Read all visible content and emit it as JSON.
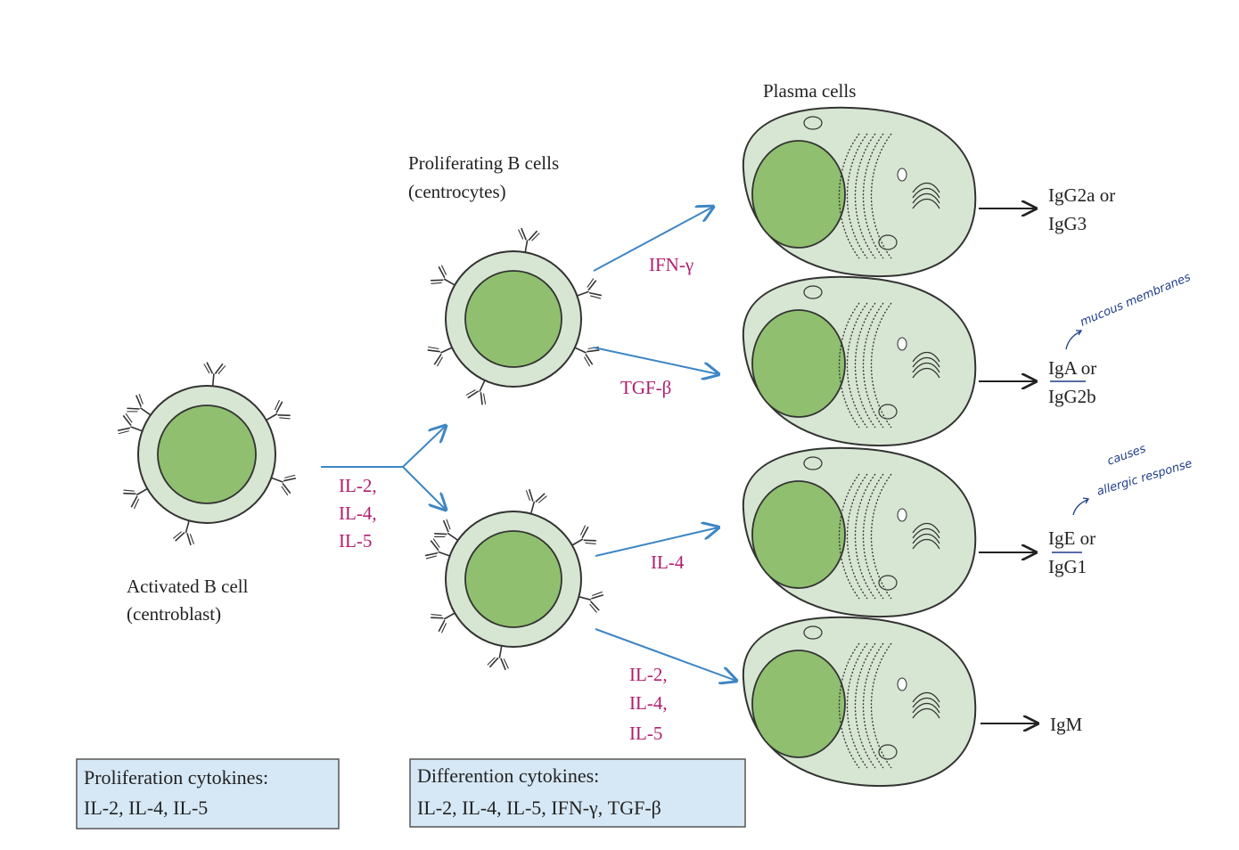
{
  "labels": {
    "activated_line1": "Activated B cell",
    "activated_line2": "(centroblast)",
    "proliferating_line1": "Proliferating B cells",
    "proliferating_line2": "(centrocytes)",
    "plasma_cells": "Plasma cells"
  },
  "branch_cytokines": [
    "IL-2,",
    "IL-4,",
    "IL-5"
  ],
  "pathways": [
    {
      "cytokine_lines": [
        "IFN-γ"
      ],
      "outputs": [
        "IgG2a or",
        "IgG3"
      ]
    },
    {
      "cytokine_lines": [
        "TGF-β"
      ],
      "outputs": [
        "IgA or",
        "IgG2b"
      ]
    },
    {
      "cytokine_lines": [
        "IL-4"
      ],
      "outputs": [
        "IgE or",
        "IgG1"
      ]
    },
    {
      "cytokine_lines": [
        "IL-2,",
        "IL-4,",
        "IL-5"
      ],
      "outputs": [
        "IgM"
      ]
    }
  ],
  "annotations": {
    "mucous": "mucous membranes",
    "causes": "causes",
    "allergic": "allergic response"
  },
  "boxes": {
    "proliferation_title": "Proliferation cytokines:",
    "proliferation_list": "IL-2, IL-4, IL-5",
    "differentiation_title": "Differention cytokines:",
    "differentiation_list": "IL-2, IL-4, IL-5, IFN-γ, TGF-β"
  },
  "colors": {
    "cell_fill": "#d7e6d2",
    "nucleus_fill": "#8fbf6f",
    "outline": "#333333",
    "arrow_blue": "#3e86c4",
    "cytokine_text": "#b01d6e",
    "box_fill": "#d6e8f6",
    "handwriting": "#1f3d8a"
  }
}
